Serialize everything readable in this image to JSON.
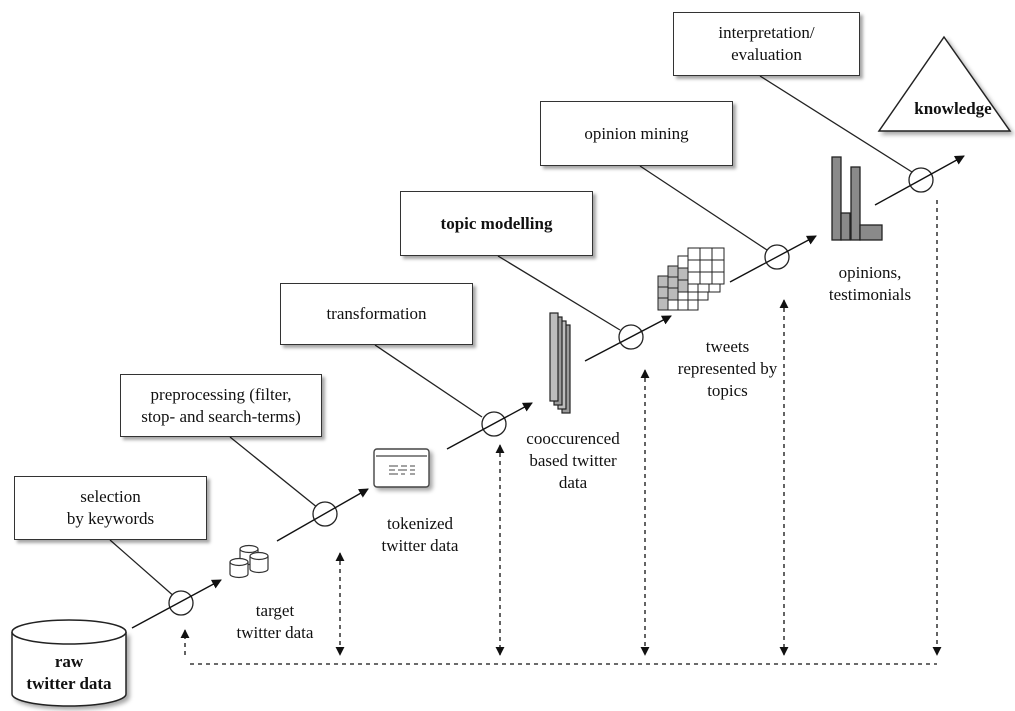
{
  "steps": {
    "selection": "selection\nby keywords",
    "preprocessing": "preprocessing (filter,\nstop- and search-terms)",
    "transformation": "transformation",
    "topic_modelling": "topic modelling",
    "opinion_mining": "opinion mining",
    "interpretation": "interpretation/\nevaluation"
  },
  "data_stages": {
    "raw": "raw\ntwitter data",
    "target": "target\ntwitter data",
    "tokenized": "tokenized\ntwitter data",
    "cooccurenced": "cooccurenced\nbased twitter\ndata",
    "tweets_topics": "tweets\nrepresented by\ntopics",
    "opinions": "opinions,\ntestimonials",
    "knowledge": "knowledge"
  },
  "icons": {
    "raw": "cylinder-database-icon",
    "target": "database-stack-icon",
    "tokenized": "document-window-icon",
    "cooccurenced": "stacked-columns-icon",
    "tweets_topics": "stacked-grid-icon",
    "opinions": "bar-chart-icon",
    "knowledge": "triangle-icon"
  }
}
